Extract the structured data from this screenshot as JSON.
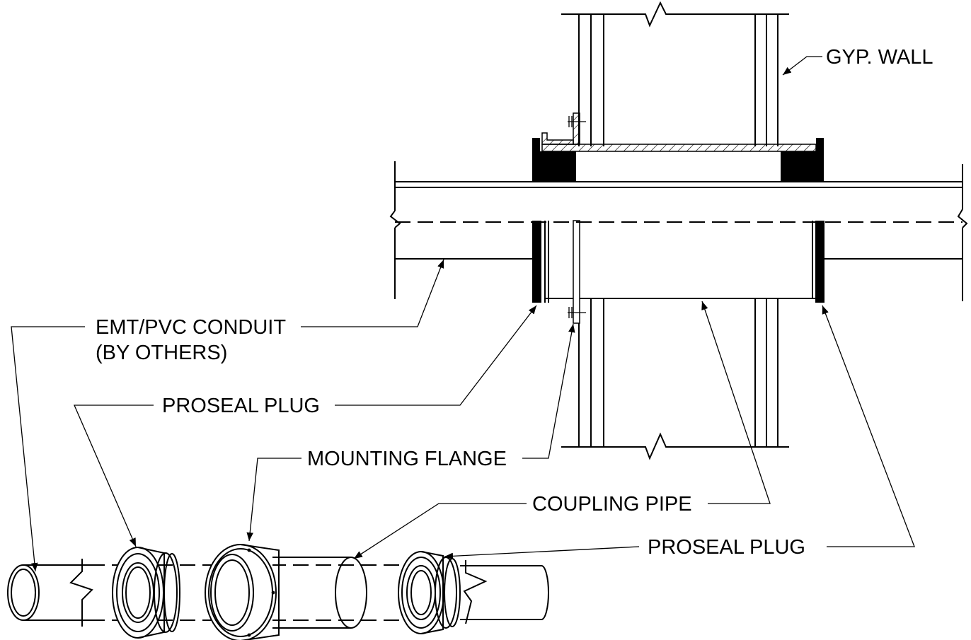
{
  "labels": {
    "gyp_wall": "GYP. WALL",
    "conduit_line1": "EMT/PVC CONDUIT",
    "conduit_line2": "(BY OTHERS)",
    "proseal_plug_top": "PROSEAL PLUG",
    "mounting_flange": "MOUNTING FLANGE",
    "coupling_pipe": "COUPLING PIPE",
    "proseal_plug_bottom": "PROSEAL PLUG"
  }
}
